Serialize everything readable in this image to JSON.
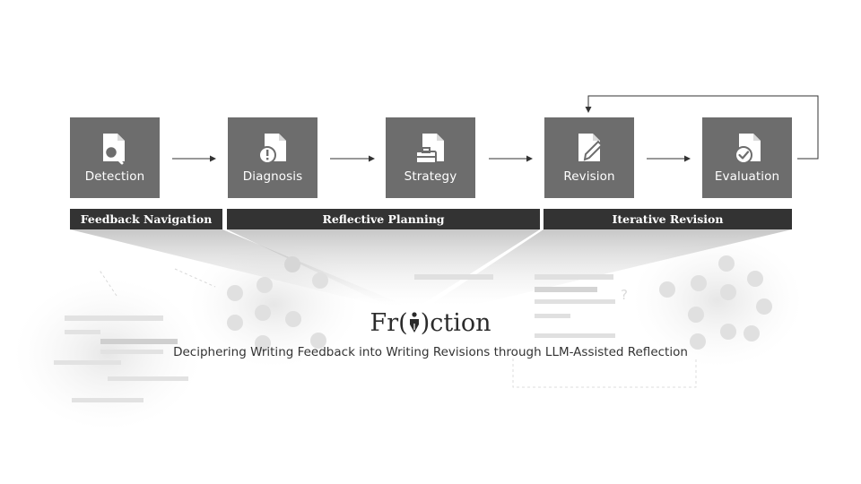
{
  "stages": [
    {
      "label": "Detection",
      "icon": "document-search-icon"
    },
    {
      "label": "Diagnosis",
      "icon": "document-alert-icon"
    },
    {
      "label": "Strategy",
      "icon": "document-toolbox-icon"
    },
    {
      "label": "Revision",
      "icon": "document-edit-icon"
    },
    {
      "label": "Evaluation",
      "icon": "document-check-icon"
    }
  ],
  "phases": [
    {
      "label": "Feedback Navigation"
    },
    {
      "label": "Reflective Planning"
    },
    {
      "label": "Iterative Revision"
    }
  ],
  "logo": {
    "prefix": "Fr(",
    "suffix": ")ction",
    "alt": "Fr(i)ction",
    "icon": "pen-nib-icon"
  },
  "subtitle": "Deciphering Writing Feedback into Writing Revisions through LLM-Assisted Reflection",
  "colors": {
    "stage_box": "#6d6d6d",
    "phase_bar": "#333333",
    "text_dark": "#2b2b2b"
  }
}
